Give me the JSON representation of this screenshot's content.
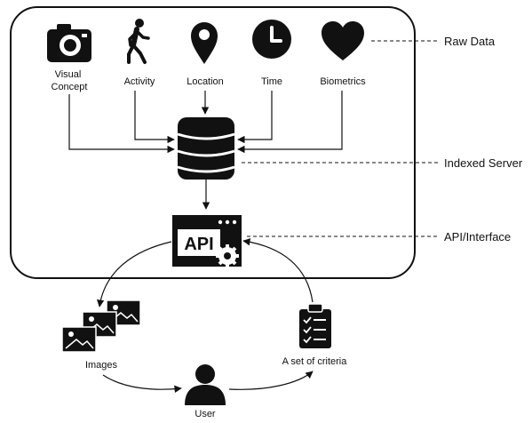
{
  "sources": [
    {
      "label_lines": [
        "Visual",
        "Concept"
      ],
      "icon": "camera-icon"
    },
    {
      "label_lines": [
        "Activity"
      ],
      "icon": "walking-person-icon"
    },
    {
      "label_lines": [
        "Location"
      ],
      "icon": "location-pin-icon"
    },
    {
      "label_lines": [
        "Time"
      ],
      "icon": "clock-icon"
    },
    {
      "label_lines": [
        "Biometrics"
      ],
      "icon": "heart-icon"
    }
  ],
  "side_labels": {
    "raw_data": "Raw Data",
    "indexed_server": "Indexed Server",
    "api_interface": "API/Interface"
  },
  "api_text": "API",
  "bottom_labels": {
    "images": "Images",
    "criteria": "A set of criteria",
    "user": "User"
  },
  "icons": {
    "server": "database-icon",
    "api": "api-window-icon",
    "images": "images-icon",
    "criteria": "clipboard-checklist-icon",
    "user": "user-icon"
  }
}
